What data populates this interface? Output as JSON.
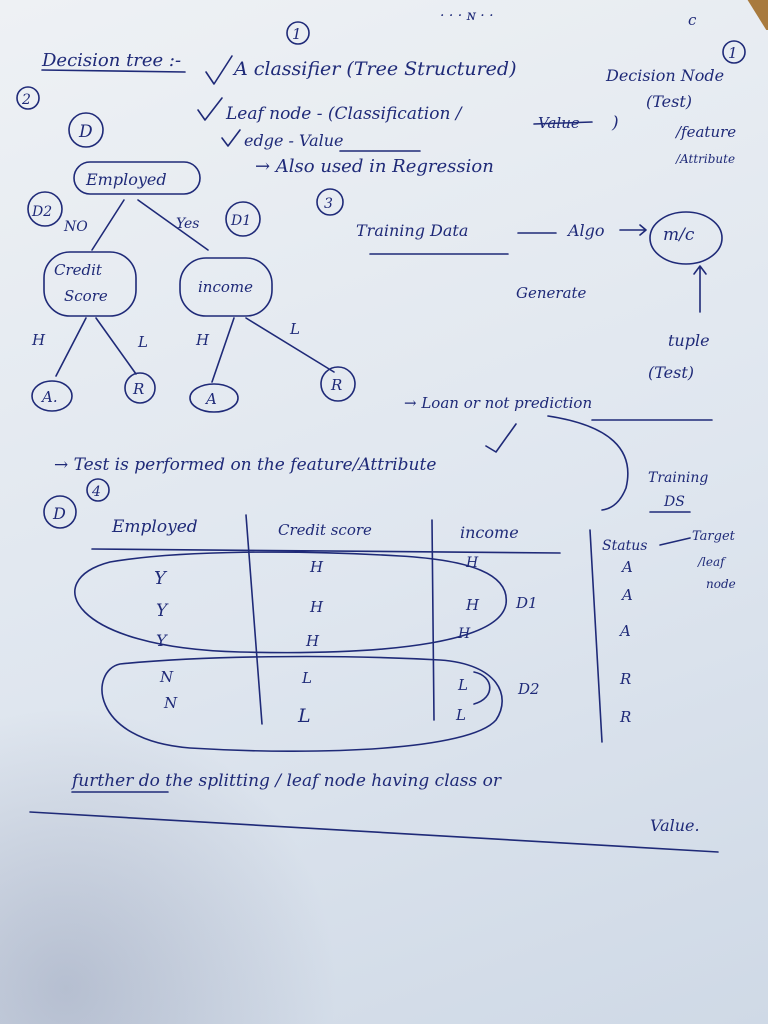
{
  "header": {
    "corner_marks": "· · · ɴ · ·",
    "circled_top": "1",
    "corner_c": "c",
    "title": "Decision tree :-",
    "definition": "A classifier (Tree Structured)",
    "decision_node_num": "1",
    "decision_node": "Decision Node",
    "test": "(Test)",
    "feature": "/feature",
    "attribute": "/Attribute"
  },
  "notes": {
    "num2": "2",
    "leaf_line": "Leaf node - (Classification /",
    "leaf_struck": "Value",
    "leaf_close": ")",
    "edge_line": "edge - Value",
    "regression": "→ Also used in Regression"
  },
  "tree": {
    "root_tag": "D",
    "root": "Employed",
    "left_tag": "D2",
    "left_edge": "NO",
    "right_edge": "Yes",
    "right_tag": "D1",
    "credit_l1": "Credit",
    "credit_l2": "Score",
    "income": "income",
    "h1": "H",
    "l1": "L",
    "h2": "H",
    "l2": "L",
    "leaf_a1": "A.",
    "leaf_r1": "R",
    "leaf_a2": "A",
    "leaf_r2": "R"
  },
  "flow": {
    "num3": "3",
    "training": "Training Data",
    "algo": "Algo",
    "model": "m/c",
    "generate": "Generate",
    "tuple": "tuple",
    "tuple_test": "(Test)",
    "loan": "→ Loan or not prediction",
    "test_performed": "→ Test is performed on the feature/Attribute",
    "training_ds_1": "Training",
    "training_ds_2": "DS"
  },
  "table": {
    "num4": "4",
    "tag": "D",
    "headers": [
      "Employed",
      "Credit score",
      "income",
      "Status"
    ],
    "target": "Target",
    "leaf_node_1": "/leaf",
    "leaf_node_2": "node",
    "rows": [
      [
        "Y",
        "H",
        "H",
        "A"
      ],
      [
        "Y",
        "H",
        "H",
        "A"
      ],
      [
        "Y",
        "H",
        "H",
        "A"
      ],
      [
        "N",
        "L",
        "L",
        "R"
      ],
      [
        "N",
        "L",
        "L",
        "R"
      ]
    ],
    "group1": "D1",
    "group2": "D2"
  },
  "footer": {
    "line1": "further do the splitting / leaf node having class or",
    "line2": "Value."
  }
}
